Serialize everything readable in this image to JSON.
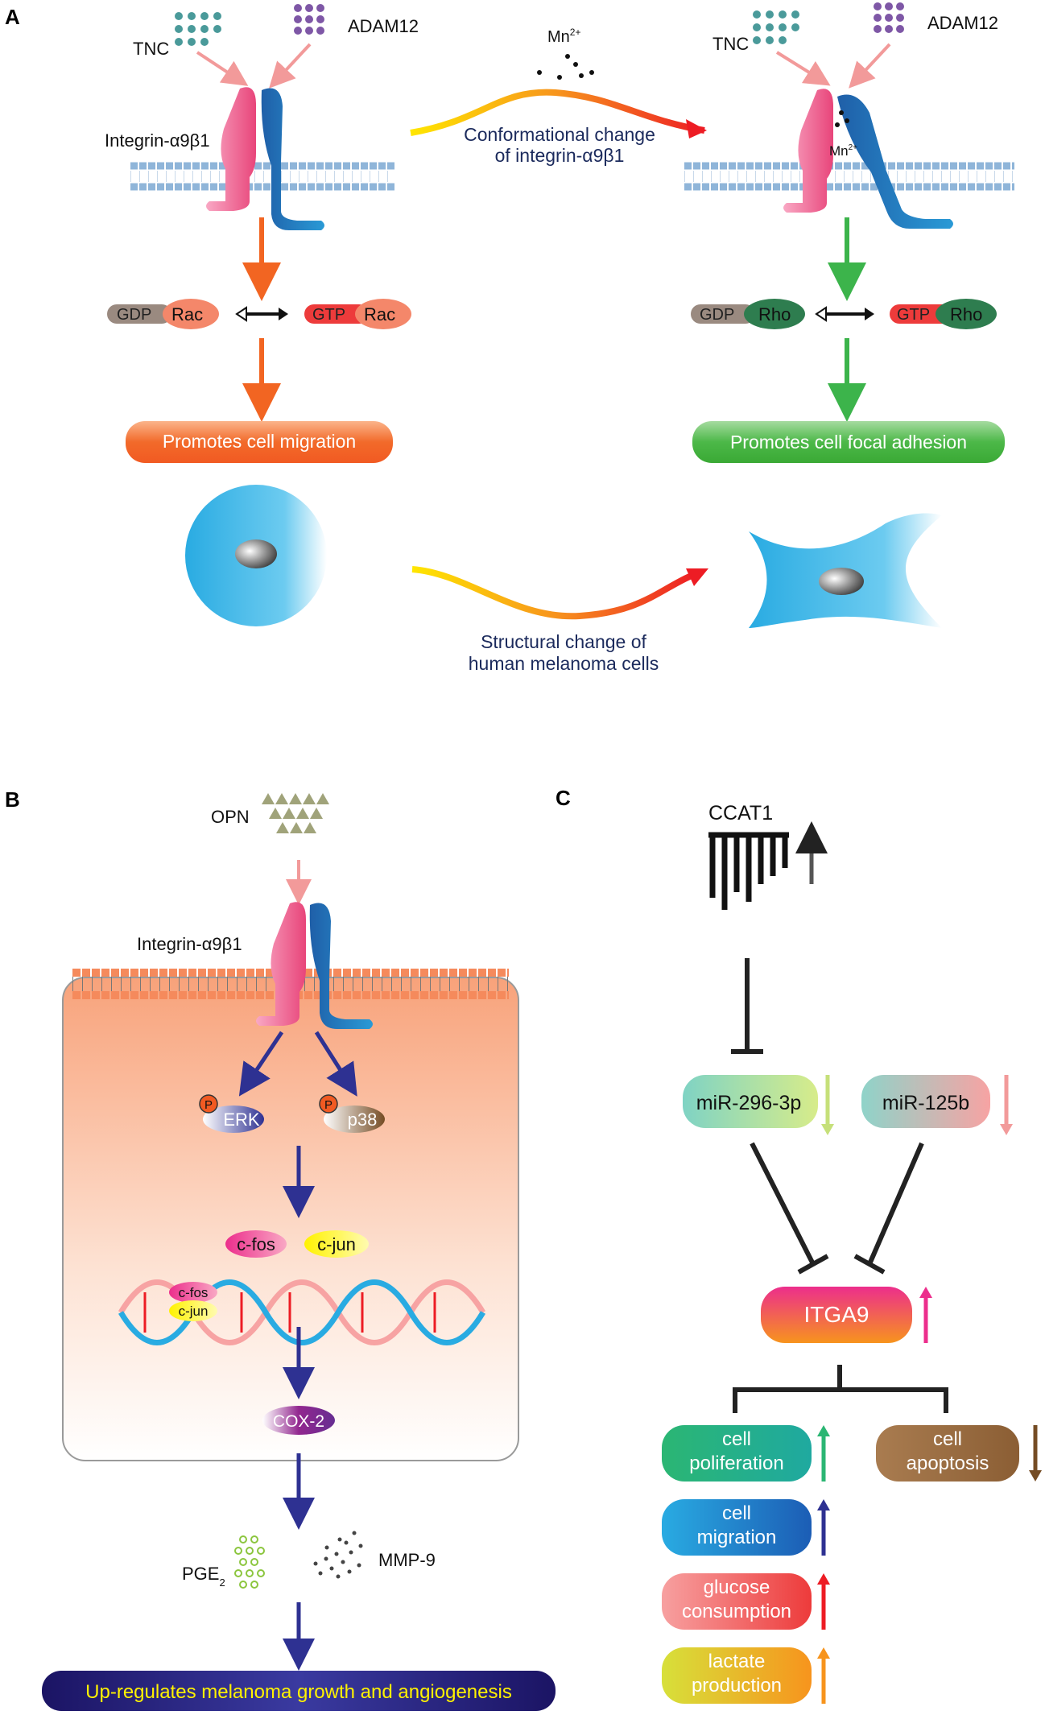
{
  "panel_a": {
    "label": "A",
    "tnc": "TNC",
    "adam12": "ADAM12",
    "integrin": "Integrin-α9β1",
    "mn_ion": "Mn",
    "mn_sup": "2+",
    "conformational_1": "Conformational change",
    "conformational_2": "of integrin-α9β1",
    "gdp": "GDP",
    "gtp": "GTP",
    "rac": "Rac",
    "rho": "Rho",
    "migration": "Promotes cell migration",
    "adhesion": "Promotes cell focal adhesion",
    "structural_1": "Structural change of",
    "structural_2": "human melanoma cells"
  },
  "panel_b": {
    "label": "B",
    "opn": "OPN",
    "integrin": "Integrin-α9β1",
    "p": "P",
    "erk": "ERK",
    "p38": "p38",
    "cfos": "c-fos",
    "cjun": "c-jun",
    "cox2": "COX-2",
    "pge": "PGE",
    "pge_sub": "2",
    "mmp9": "MMP-9",
    "outcome": "Up-regulates melanoma growth and angiogenesis"
  },
  "panel_c": {
    "label": "C",
    "ccat1": "CCAT1",
    "mir296": "miR-296-3p",
    "mir125": "miR-125b",
    "itga9": "ITGA9",
    "proliferation_1": "cell",
    "proliferation_2": "poliferation",
    "apoptosis_1": "cell",
    "apoptosis_2": "apoptosis",
    "migration_1": "cell",
    "migration_2": "migration",
    "glucose_1": "glucose",
    "glucose_2": "consumption",
    "lactate_1": "lactate",
    "lactate_2": "production"
  },
  "colors": {
    "integrin_alpha": "#e8457a",
    "integrin_beta": "#1f72b8",
    "membrane": "#8fb5d9",
    "orange_arrow": "#f26522",
    "green_arrow": "#3cb44b",
    "navy_arrow": "#2e3192",
    "tnc_dots": "#4a9a9a",
    "adam12_dots": "#7e57a6"
  }
}
